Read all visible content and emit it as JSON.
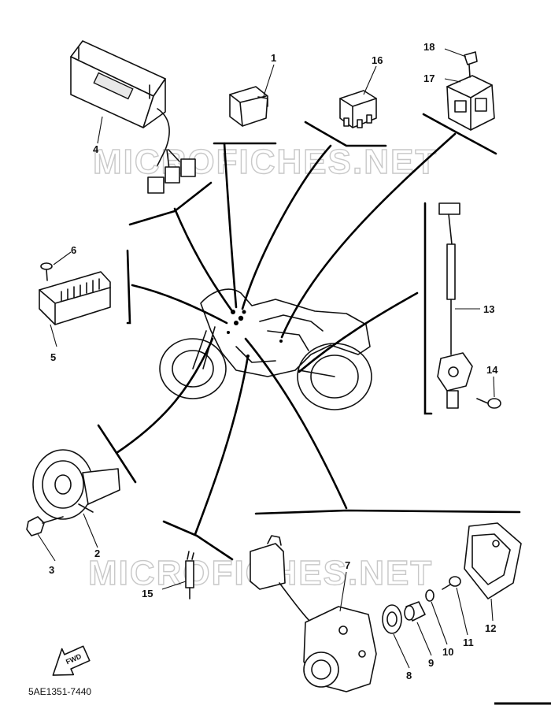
{
  "watermark": {
    "text": "MICROFICHES.NET"
  },
  "drawing_code": "5AE1351-7440",
  "direction_badge": "FWD",
  "callouts": [
    {
      "id": "1",
      "label": "1"
    },
    {
      "id": "2",
      "label": "2"
    },
    {
      "id": "3",
      "label": "3"
    },
    {
      "id": "4",
      "label": "4"
    },
    {
      "id": "5",
      "label": "5"
    },
    {
      "id": "6",
      "label": "6"
    },
    {
      "id": "7",
      "label": "7"
    },
    {
      "id": "8",
      "label": "8"
    },
    {
      "id": "9",
      "label": "9"
    },
    {
      "id": "10",
      "label": "10"
    },
    {
      "id": "11",
      "label": "11"
    },
    {
      "id": "12",
      "label": "12"
    },
    {
      "id": "13",
      "label": "13"
    },
    {
      "id": "14",
      "label": "14"
    },
    {
      "id": "15",
      "label": "15"
    },
    {
      "id": "16",
      "label": "16"
    },
    {
      "id": "17",
      "label": "17"
    },
    {
      "id": "18",
      "label": "18"
    }
  ]
}
